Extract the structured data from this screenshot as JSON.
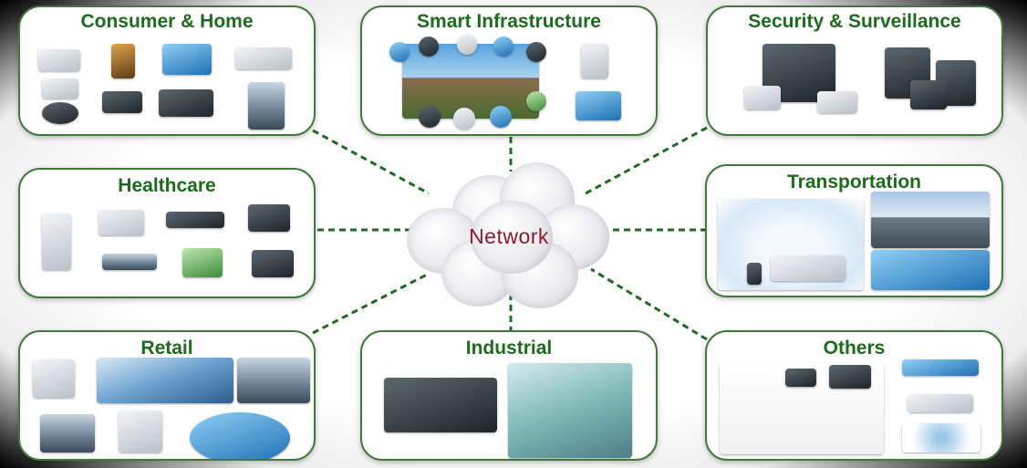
{
  "center": {
    "label": "Network"
  },
  "panels": {
    "consumer": {
      "title": "Consumer & Home"
    },
    "infrastructure": {
      "title": "Smart Infrastructure"
    },
    "security": {
      "title": "Security & Surveillance"
    },
    "healthcare": {
      "title": "Healthcare"
    },
    "transportation": {
      "title": "Transportation"
    },
    "retail": {
      "title": "Retail"
    },
    "industrial": {
      "title": "Industrial"
    },
    "others": {
      "title": "Others"
    }
  },
  "colors": {
    "panel_border": "#3f7a3a",
    "title_text": "#1d6b1d",
    "connector": "#1f6b1f",
    "network_text": "#8b1a2b"
  }
}
